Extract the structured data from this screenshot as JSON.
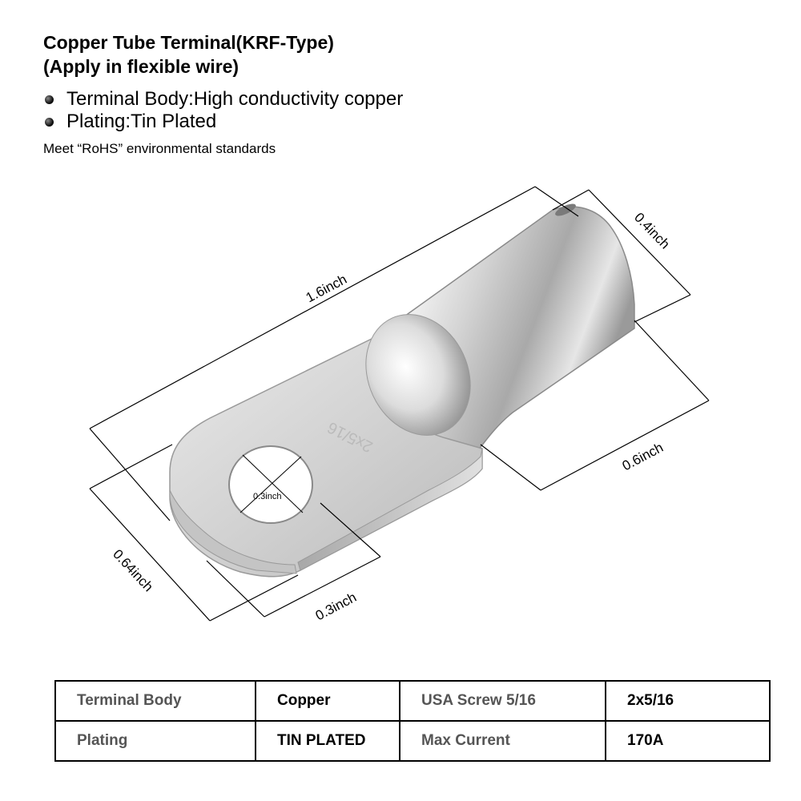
{
  "header": {
    "title_line1": "Copper Tube Terminal(KRF-Type)",
    "title_line2": "(Apply in flexible wire)"
  },
  "features": [
    "Terminal Body:High conductivity copper",
    "Plating:Tin Plated"
  ],
  "note": "Meet “RoHS” environmental standards",
  "diagram": {
    "dimensions": {
      "length": "1.6inch",
      "tube_diameter": "0.4inch",
      "tube_length": "0.6inch",
      "hole": "0.3inch",
      "width": "0.64inch",
      "edge": "0.3inch"
    },
    "stamp": "2x5/16"
  },
  "specs": [
    {
      "k1": "Terminal Body",
      "v1": "Copper",
      "k2": "USA Screw 5/16",
      "v2": "2x5/16"
    },
    {
      "k1": "Plating",
      "v1": "TIN PLATED",
      "k2": "Max Current",
      "v2": "170A"
    }
  ],
  "colors": {
    "metal_light": "#f4f4f4",
    "metal_mid": "#c8c8c8",
    "metal_dark": "#8a8a8a",
    "key_text": "#555555"
  }
}
